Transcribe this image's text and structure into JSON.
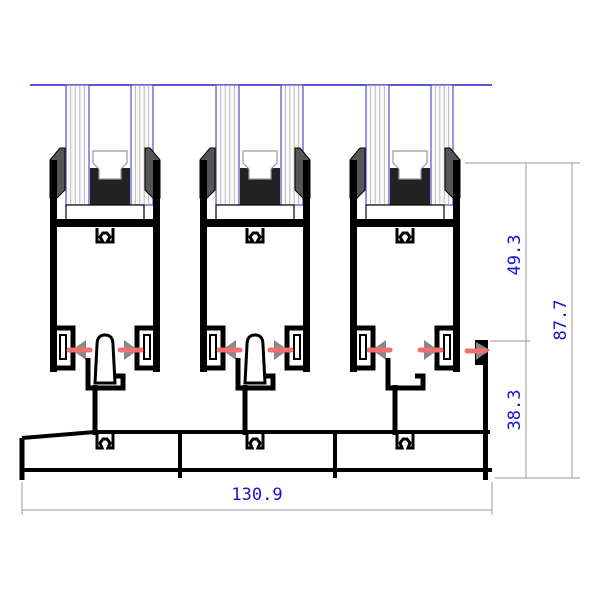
{
  "drawing": {
    "type": "sliding window triple-track profile cross-section",
    "sash_count": 3
  },
  "dimensions": {
    "overall_width": "130.9",
    "sash_height": "49.3",
    "frame_height": "38.3",
    "overall_height": "87.7"
  },
  "colors": {
    "profile": "#000000",
    "dimension_text": "#1414d0",
    "glass_edge": "#5050c8",
    "gasket": "#555555",
    "brush_seal": "#f07070",
    "dimension_line": "#999999"
  }
}
